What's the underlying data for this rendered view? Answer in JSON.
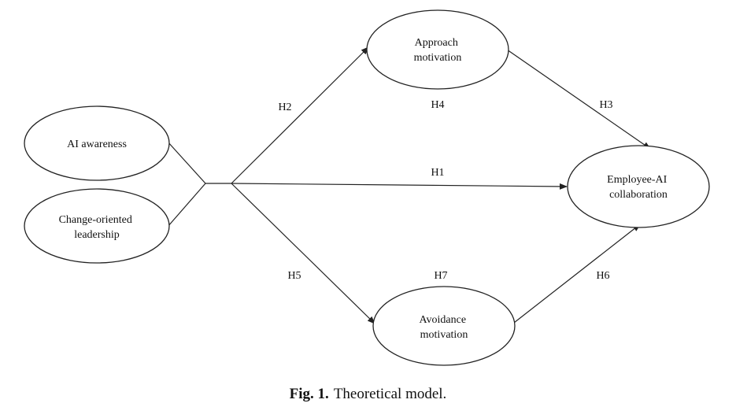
{
  "nodes": {
    "ai_awareness": [
      "AI awareness"
    ],
    "change_leadership": [
      "Change-oriented",
      "leadership"
    ],
    "approach": [
      "Approach",
      "motivation"
    ],
    "avoidance": [
      "Avoidance",
      "motivation"
    ],
    "collaboration": [
      "Employee-AI",
      "collaboration"
    ]
  },
  "hypotheses": {
    "h1": "H1",
    "h2": "H2",
    "h3": "H3",
    "h4": "H4",
    "h5": "H5",
    "h6": "H6",
    "h7": "H7"
  },
  "caption": {
    "label": "Fig. 1.",
    "text": "Theoretical model."
  }
}
